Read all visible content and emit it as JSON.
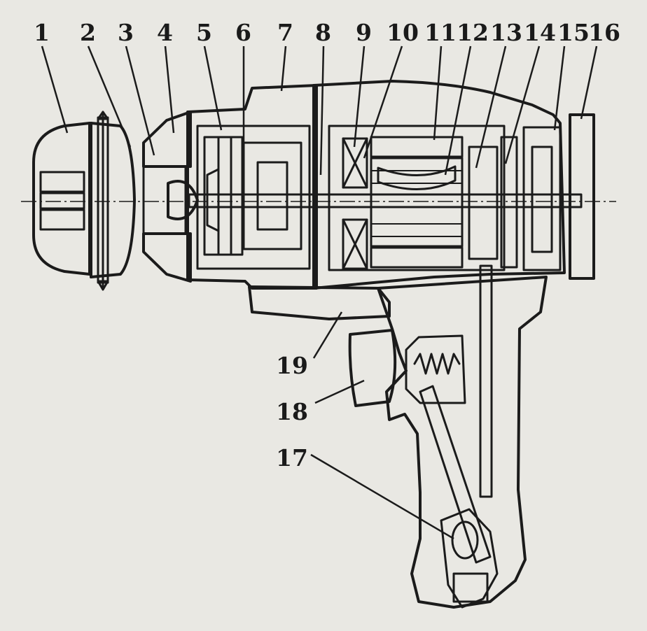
{
  "diagram": {
    "top_labels": [
      "1",
      "2",
      "3",
      "4",
      "5",
      "6",
      "7",
      "8",
      "9",
      "10",
      "11",
      "12",
      "13",
      "14",
      "15",
      "16"
    ],
    "side_labels": [
      "19",
      "18",
      "17"
    ]
  },
  "colors": {
    "paper": "#e9e8e3",
    "ink": "#1b1b1b",
    "section_fill": "#cfcdc6"
  }
}
